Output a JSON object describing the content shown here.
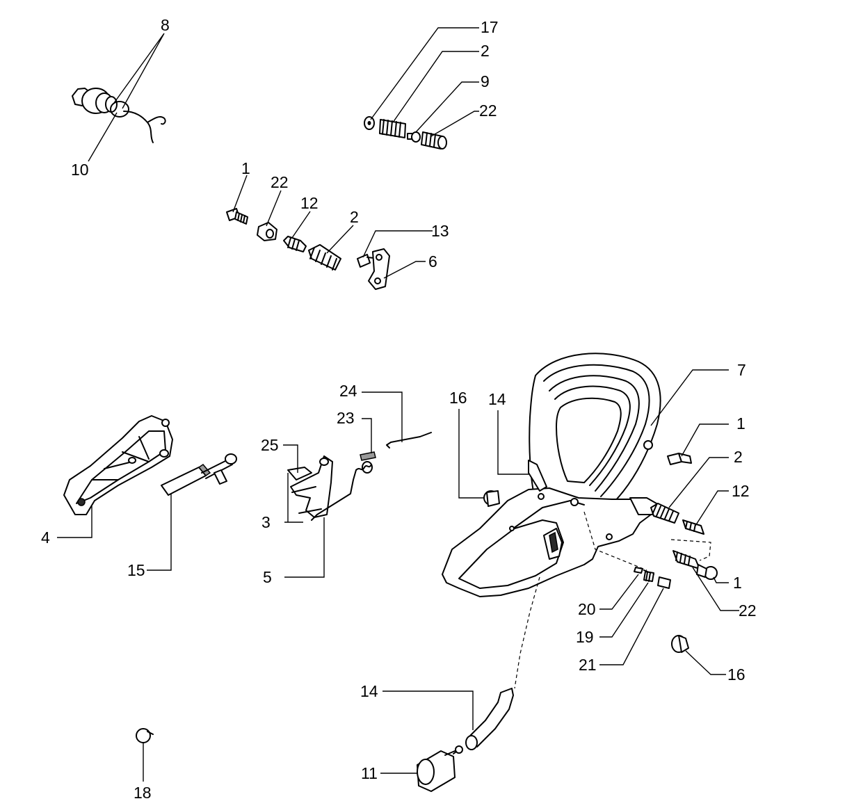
{
  "callouts": [
    {
      "id": "c8",
      "text": "8"
    },
    {
      "id": "c10",
      "text": "10"
    },
    {
      "id": "c17",
      "text": "17"
    },
    {
      "id": "c2a",
      "text": "2"
    },
    {
      "id": "c9",
      "text": "9"
    },
    {
      "id": "c22a",
      "text": "22"
    },
    {
      "id": "c1a",
      "text": "1"
    },
    {
      "id": "c22b",
      "text": "22"
    },
    {
      "id": "c12a",
      "text": "12"
    },
    {
      "id": "c2b",
      "text": "2"
    },
    {
      "id": "c13",
      "text": "13"
    },
    {
      "id": "c6",
      "text": "6"
    },
    {
      "id": "c7",
      "text": "7"
    },
    {
      "id": "c24",
      "text": "24"
    },
    {
      "id": "c23",
      "text": "23"
    },
    {
      "id": "c16a",
      "text": "16"
    },
    {
      "id": "c14a",
      "text": "14"
    },
    {
      "id": "c1b",
      "text": "1"
    },
    {
      "id": "c2c",
      "text": "2"
    },
    {
      "id": "c12b",
      "text": "12"
    },
    {
      "id": "c25",
      "text": "25"
    },
    {
      "id": "c3",
      "text": "3"
    },
    {
      "id": "c4",
      "text": "4"
    },
    {
      "id": "c15",
      "text": "15"
    },
    {
      "id": "c5",
      "text": "5"
    },
    {
      "id": "c1c",
      "text": "1"
    },
    {
      "id": "c22c",
      "text": "22"
    },
    {
      "id": "c20",
      "text": "20"
    },
    {
      "id": "c19",
      "text": "19"
    },
    {
      "id": "c21",
      "text": "21"
    },
    {
      "id": "c16b",
      "text": "16"
    },
    {
      "id": "c14b",
      "text": "14"
    },
    {
      "id": "c11",
      "text": "11"
    },
    {
      "id": "c18",
      "text": "18"
    }
  ]
}
